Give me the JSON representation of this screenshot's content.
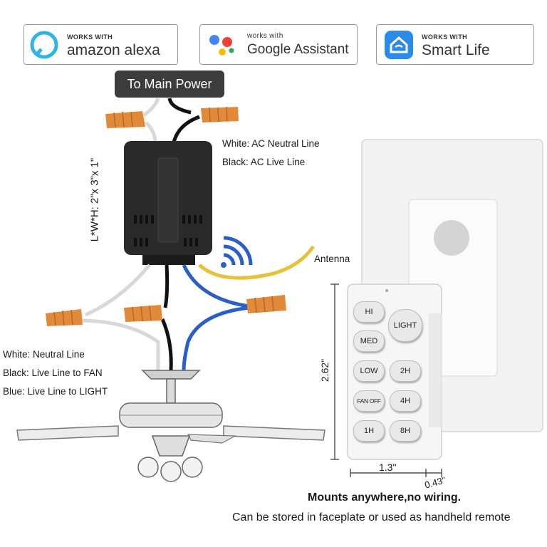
{
  "badges": {
    "alexa": {
      "small": "WORKS WITH",
      "big": "amazon alexa"
    },
    "google": {
      "small": "works with",
      "big": "Google Assistant"
    },
    "smartlife": {
      "small": "WORKS WITH",
      "big": "Smart Life"
    }
  },
  "power_label": "To Main Power",
  "dimension_label": "L*W*H: 2\"x 3\"x 1\"",
  "top_wires": {
    "white": "White: AC Neutral Line",
    "black": "Black: AC Live Line"
  },
  "antenna_label": "Antenna",
  "bottom_wires": {
    "white": "White: Neutral Line",
    "black": "Black: Live Line to FAN",
    "blue": "Blue: Live Line to LIGHT"
  },
  "remote": {
    "buttons": {
      "hi": "HI",
      "light": "LIGHT",
      "med": "MED",
      "low": "LOW",
      "h2": "2H",
      "fanoff": "FAN OFF",
      "h4": "4H",
      "h1": "1H",
      "h8": "8H"
    },
    "height_dim": "2.62\"",
    "width_dim": "1.3\"",
    "depth_dim": "0.43\""
  },
  "captions": {
    "line1": "Mounts anywhere,no wiring.",
    "line2": "Can be stored in faceplate or used as handheld remote"
  },
  "colors": {
    "wire_black": "#111111",
    "wire_white": "#d8d8d8",
    "wire_blue": "#2a5fc8",
    "wire_yellow": "#e6c23a",
    "nut": "#e08a3a",
    "box": "#2a2a2a"
  }
}
